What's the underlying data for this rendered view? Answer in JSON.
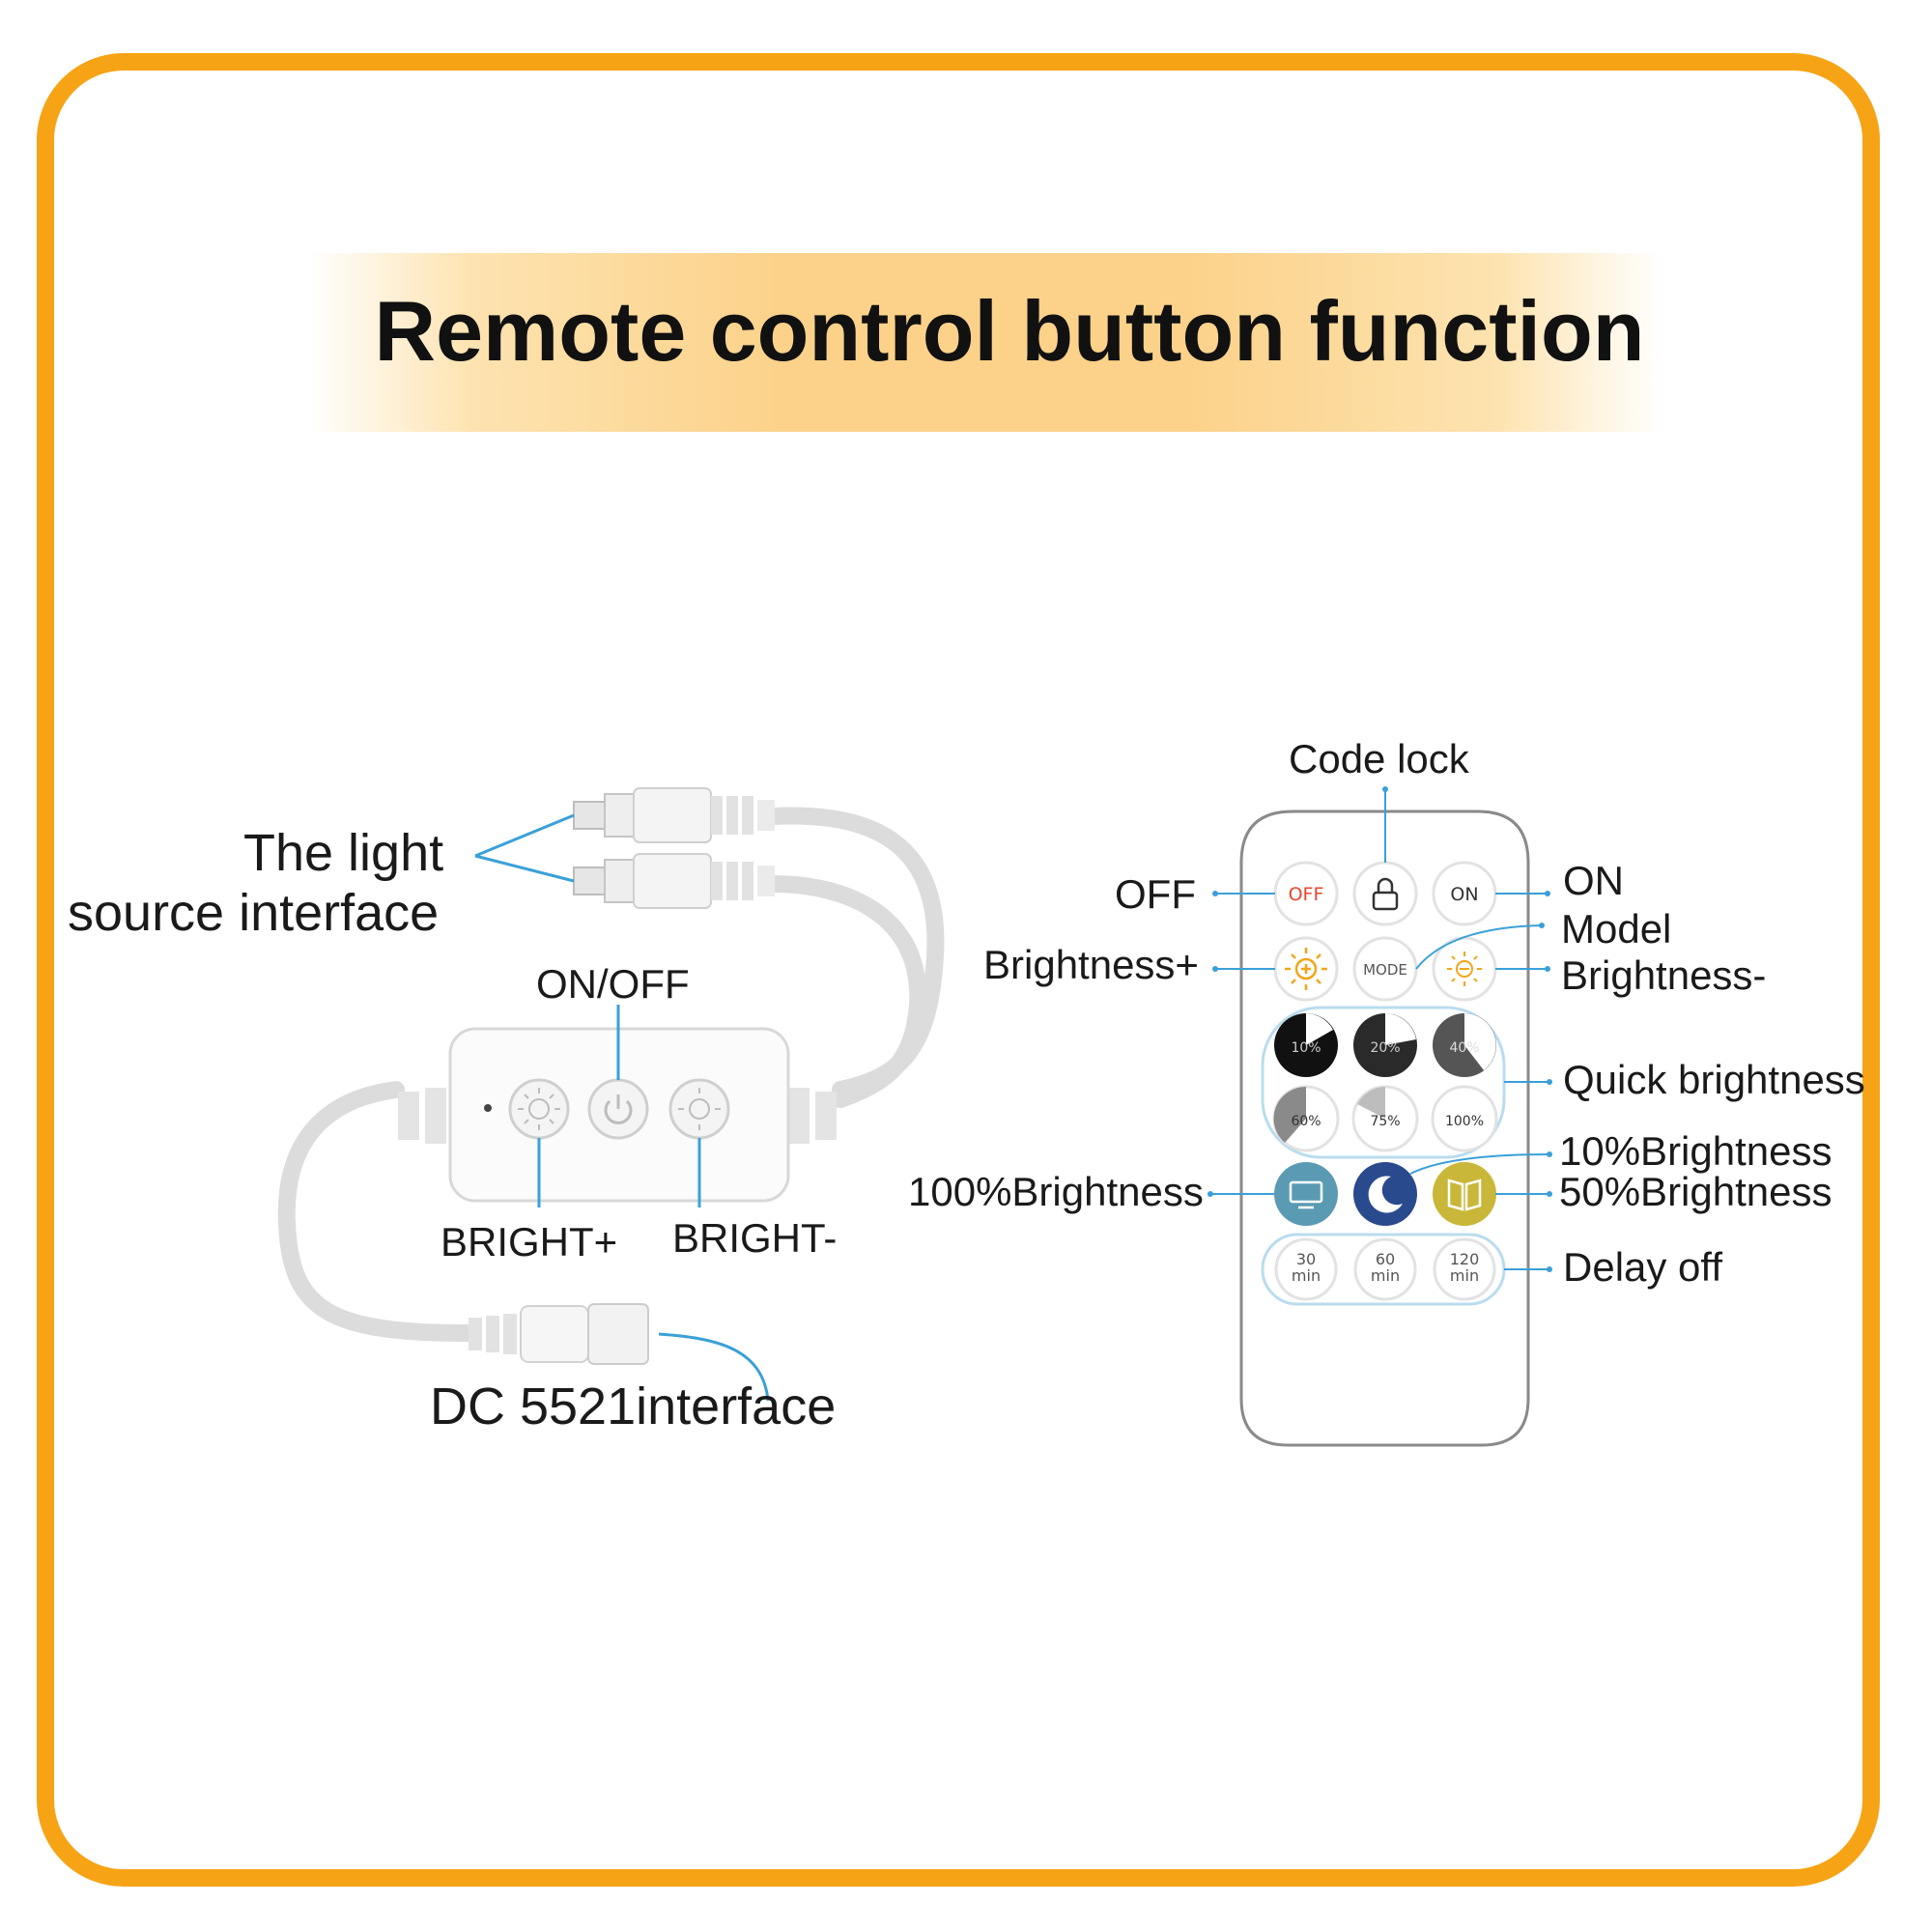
{
  "title": "Remote control button function",
  "controller": {
    "light_source_interface_line1": "The light",
    "light_source_interface_line2": "source interface",
    "on_off": "ON/OFF",
    "bright_plus": "BRIGHT+",
    "bright_minus": "BRIGHT-",
    "dc_interface": "DC 5521interface"
  },
  "remote": {
    "callouts": {
      "code_lock": "Code lock",
      "off": "OFF",
      "on": "ON",
      "model": "Model",
      "brightness_plus": "Brightness+",
      "brightness_minus": "Brightness-",
      "quick_brightness": "Quick brightness",
      "brightness_10": "10%Brightness",
      "brightness_50": "50%Brightness",
      "brightness_100": "100%Brightness",
      "delay_off": "Delay off"
    },
    "buttons": {
      "off": "OFF",
      "on": "ON",
      "mode": "MODE",
      "q10": "10%",
      "q20": "20%",
      "q40": "40%",
      "q60": "60%",
      "q75": "75%",
      "q100": "100%",
      "t30_num": "30",
      "t60_num": "60",
      "t120_num": "120",
      "t_unit": "min"
    }
  },
  "colors": {
    "frame": "#f6a316",
    "callout_line": "#3aa0d8",
    "off_text": "#e8452c",
    "sun_icon": "#f2a51a",
    "tv_button": "#5a9bb3",
    "moon_button": "#2a4a8e",
    "book_button": "#c9b73a"
  }
}
